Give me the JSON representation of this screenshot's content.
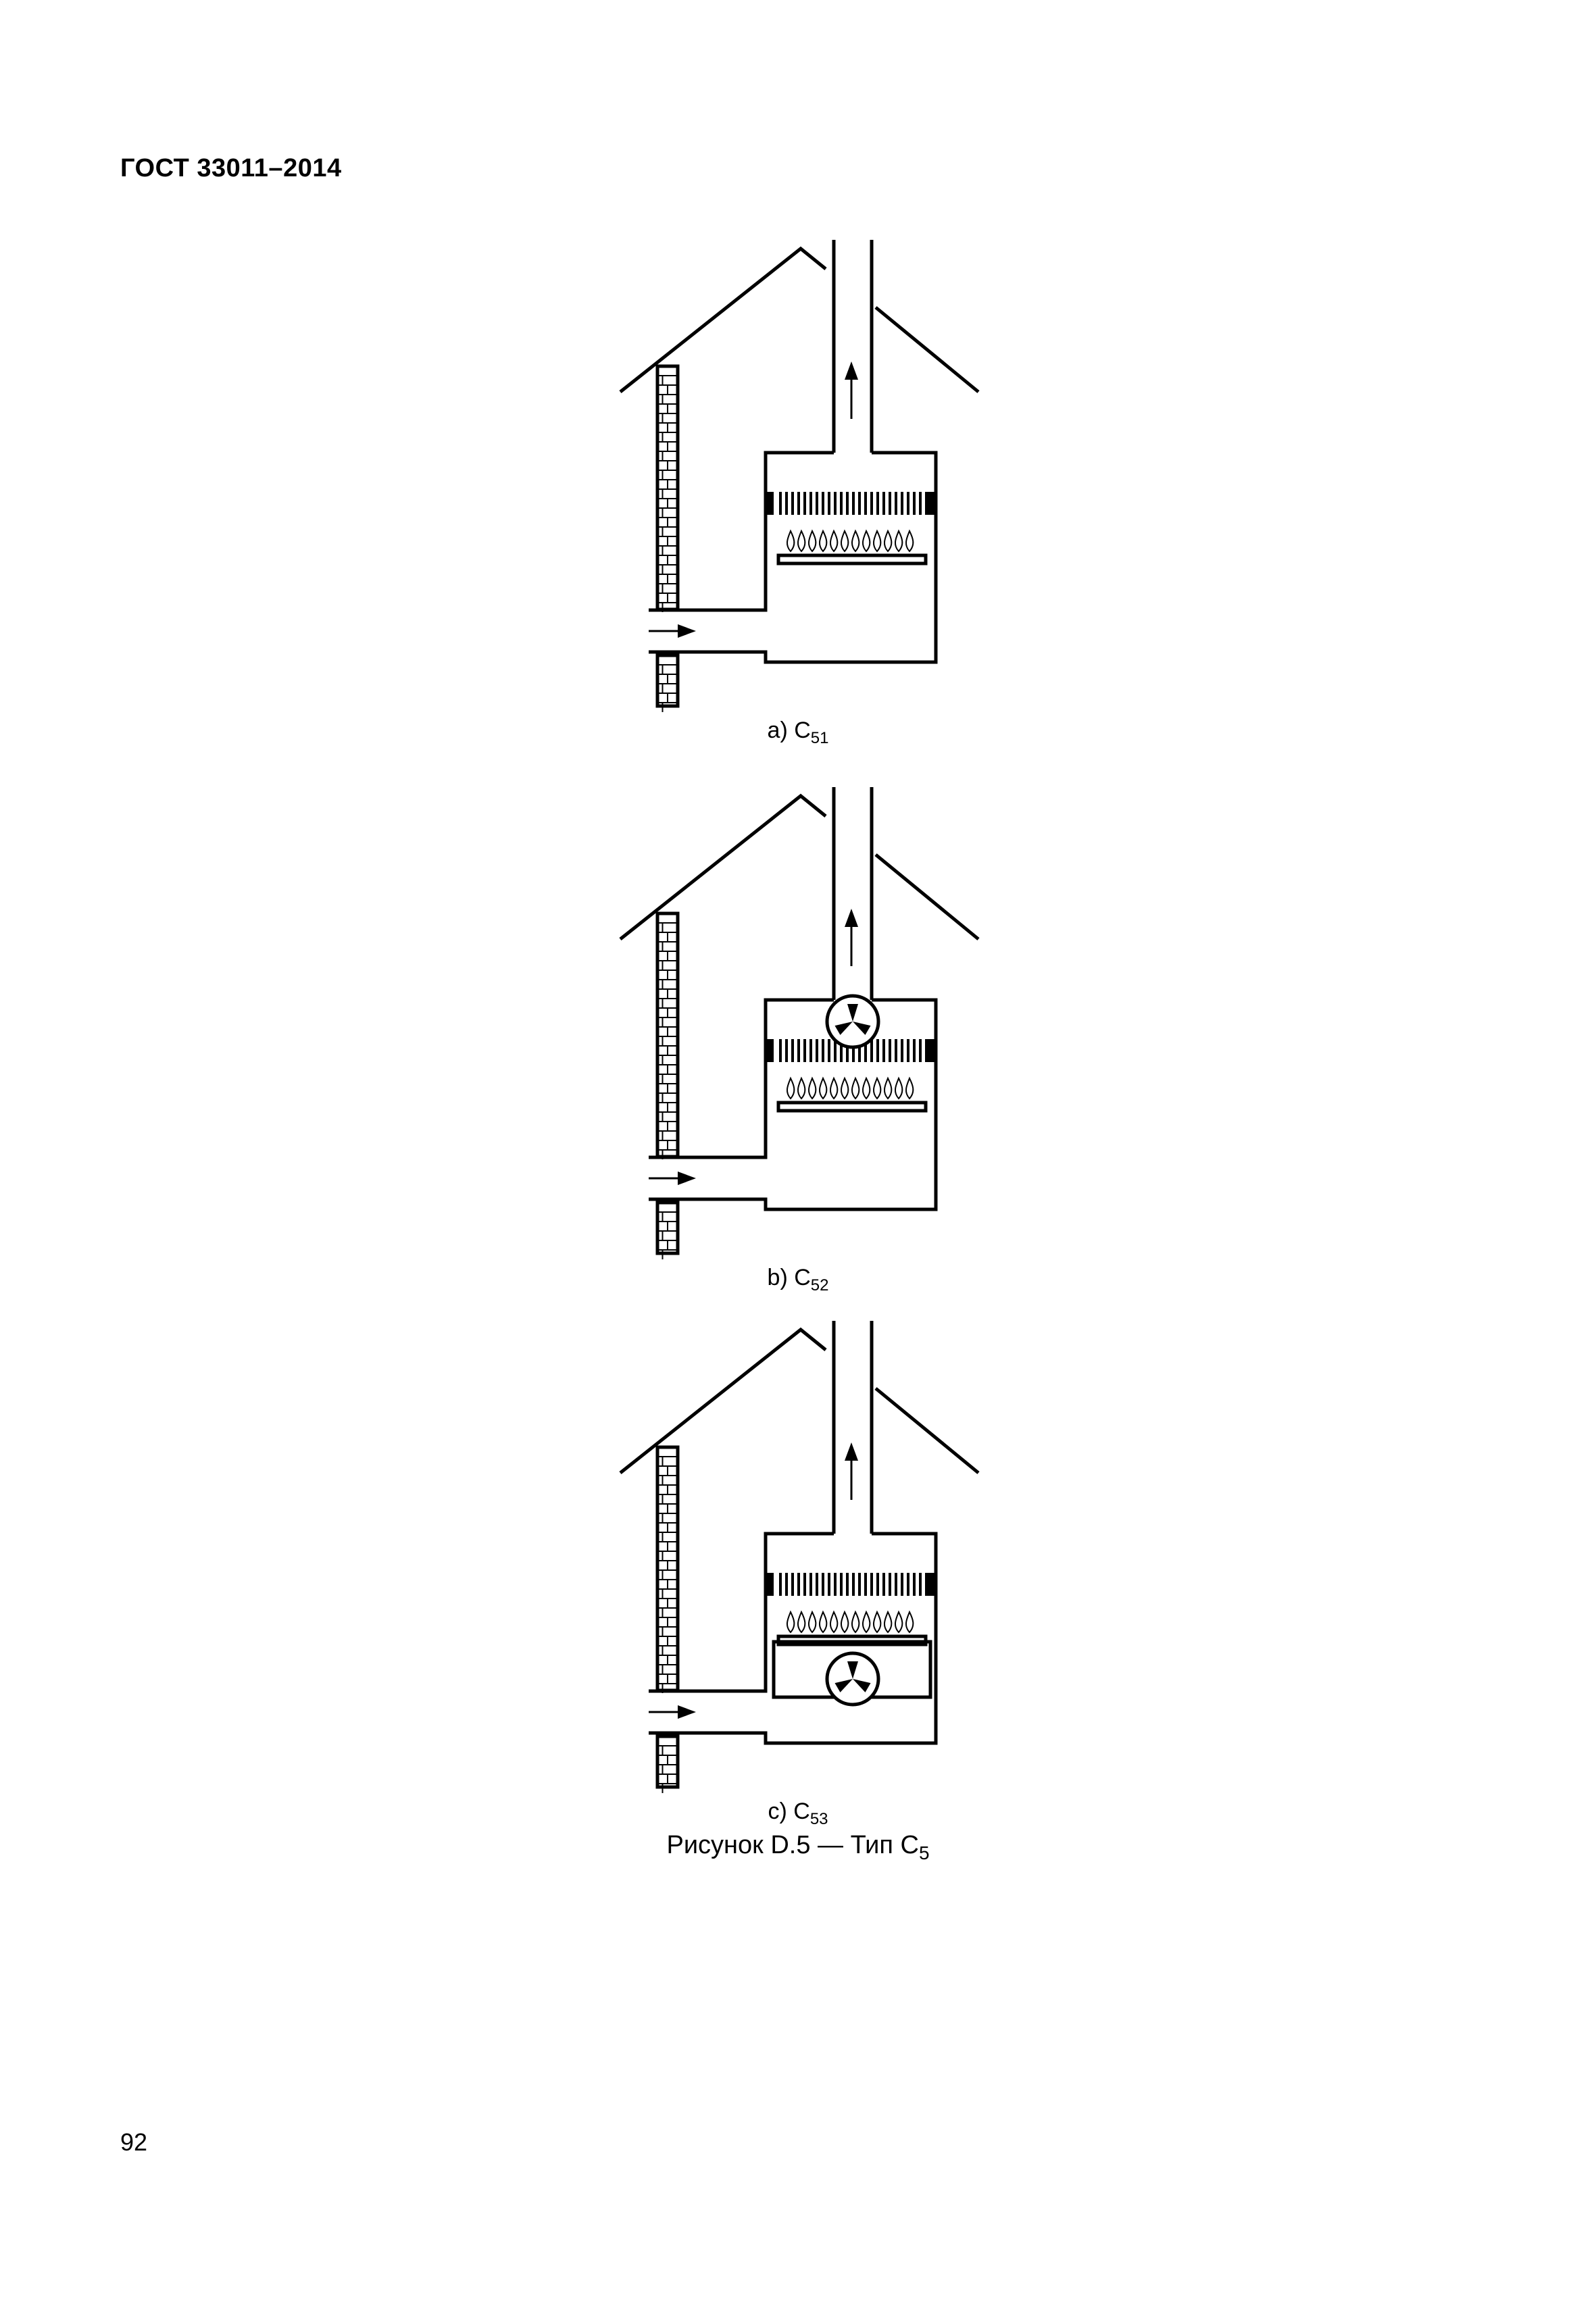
{
  "header": {
    "standard": "ГОСТ 33011–2014"
  },
  "figure": {
    "subfigures": [
      {
        "label": "a) C",
        "subscript": "51",
        "fan": "none"
      },
      {
        "label": "b) C",
        "subscript": "52",
        "fan": "flue"
      },
      {
        "label": "c) C",
        "subscript": "53",
        "fan": "burner"
      }
    ],
    "title": "Рисунок D.5 — Тип C",
    "title_subscript": "5"
  },
  "footer": {
    "page_number": "92"
  },
  "icons": {
    "fan": "fan-icon",
    "arrow_up": "arrow-up-icon",
    "arrow_right": "arrow-right-icon",
    "flame": "flame-icon",
    "brick_wall": "brick-wall-icon"
  }
}
